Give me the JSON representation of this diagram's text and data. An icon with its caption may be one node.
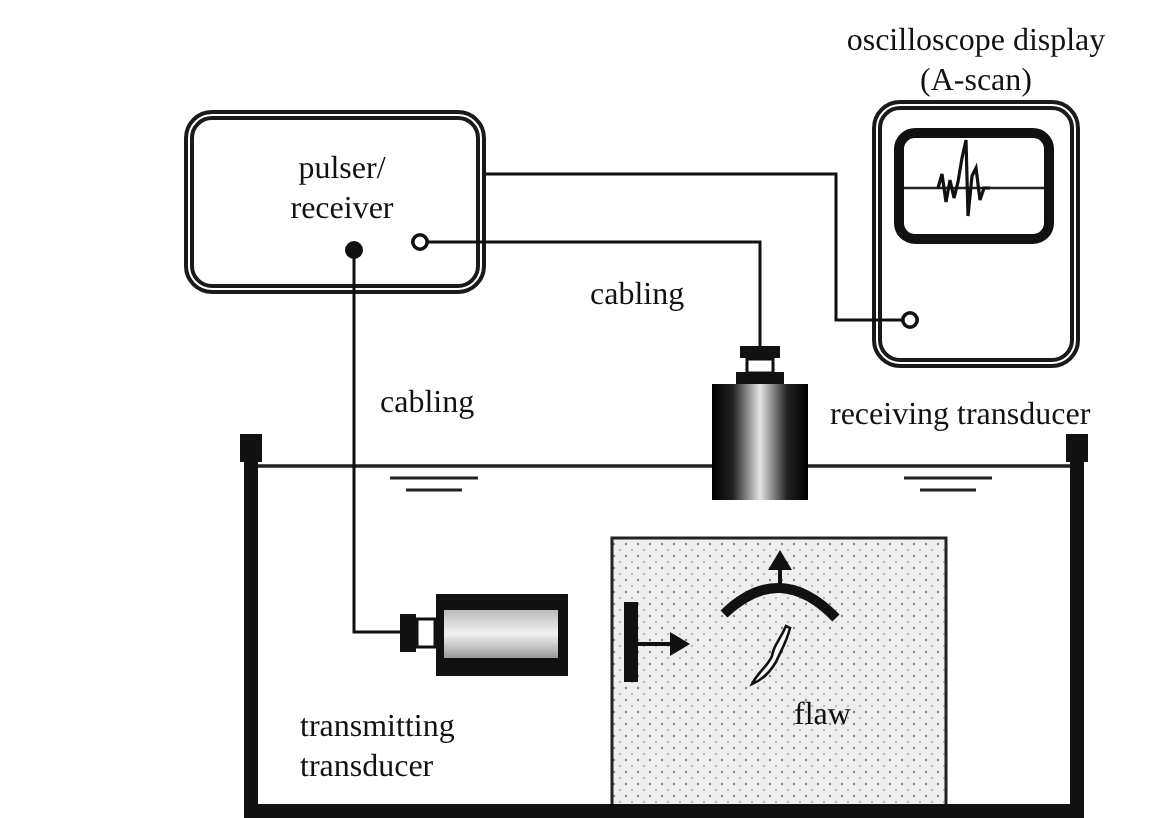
{
  "diagram": {
    "nodes": [
      {
        "text": [
          "pulser/ receiver"
        ]
      },
      {
        "text": [
          "oscilloscope display (A-scan)"
        ]
      },
      {
        "text": [],
        "shape": "cylinder",
        "beside": [
          "receiving transducer"
        ]
      },
      {
        "text": [],
        "shape": "cylinder",
        "beside": [
          "transmitting transducer"
        ]
      }
    ],
    "edges": [
      {
        "from": 0,
        "to": 1,
        "arrow": "none"
      },
      {
        "from": 0,
        "to": 2,
        "arrow": "none",
        "label": "cabling"
      },
      {
        "from": 0,
        "to": 3,
        "arrow": "none",
        "label": "cabling"
      }
    ],
    "labels": [
      "flaw"
    ]
  }
}
